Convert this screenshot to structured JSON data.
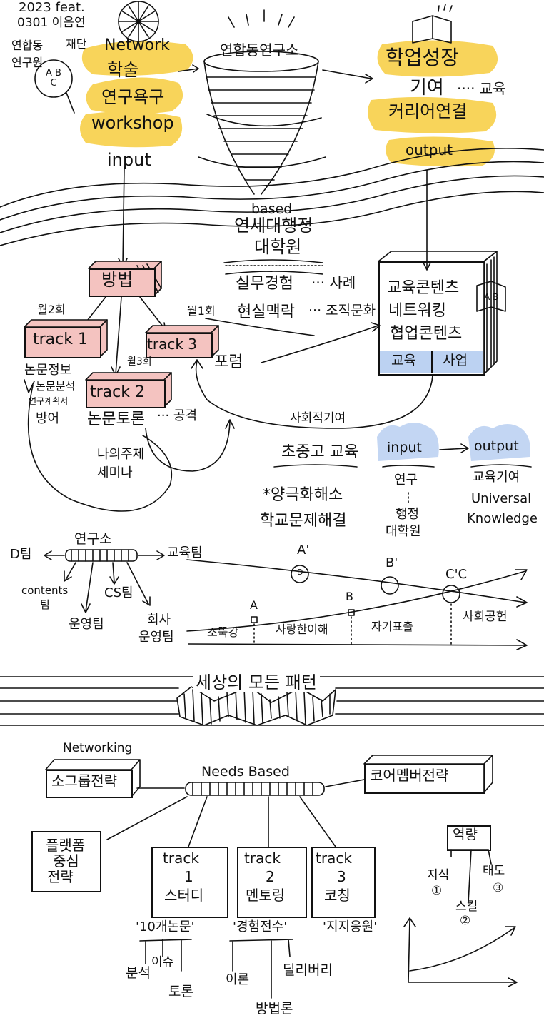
{
  "header": {
    "year": "2023 feat.",
    "org_line1": "0301 이음연",
    "org_line2_a": "연합동",
    "org_line2_b": "재단",
    "network": "Network",
    "org_line3": "연구원",
    "abc": "A B C"
  },
  "input_block": {
    "item1": "학술",
    "item2": "연구욕구",
    "item3": "workshop",
    "label": "input"
  },
  "funnel": {
    "title": "연합동연구소",
    "based": "based",
    "school_line1": "연세대행정",
    "school_line2": "대학원",
    "experience": "실무경험",
    "case": "··· 사례",
    "context": "현실맥락",
    "org_culture": "··· 조직문화"
  },
  "output_block": {
    "item1": "학업성장",
    "item2": "기여",
    "item2_suffix": "···· 교육",
    "item3": "커리어연결",
    "label": "output"
  },
  "method": {
    "label": "방법",
    "monthly2": "월2회",
    "monthly1": "월1회",
    "monthly3": "월3회",
    "track1": "track 1",
    "track2": "track 2",
    "track3": "track 3"
  },
  "track_notes": {
    "note1": "논문정보",
    "note2": "논문분석",
    "note3": "연구계획서",
    "defense": "방어",
    "discussion": "논문토론",
    "attack": "··· 공격",
    "my_topic": "나의주제",
    "seminar": "세미나",
    "forum": "포럼"
  },
  "education_box": {
    "line1": "교육콘텐츠",
    "line2": "네트워킹",
    "line3": "협업콘텐츠",
    "tab1": "교육",
    "tab2": "사업",
    "ab": "A B"
  },
  "contribution": {
    "social": "사회적기여",
    "education": "초중고 교육",
    "polarization": "*양극화해소",
    "problem": "학교문제해결",
    "input": "input",
    "output": "output",
    "research": "연구",
    "admin": "행정",
    "grad": "대학원",
    "edu_contrib": "교육기여",
    "universal": "Universal",
    "knowledge": "Knowledge"
  },
  "org_chart": {
    "center": "연구소",
    "left": "D팀",
    "right": "교육팀",
    "contents_line1": "contents",
    "contents_line2": "팀",
    "cs": "CS팀",
    "ops": "운영팀",
    "biz_line1": "회사",
    "biz_line2": "운영팀"
  },
  "timeline": {
    "a_prime": "A'",
    "b_prime": "B'",
    "cc": "C'C",
    "a": "A",
    "b": "B",
    "d": "D",
    "stage1": "조뚝강",
    "stage2": "사랑한이해",
    "stage3": "자기표출",
    "stage4": "사회공헌"
  },
  "patterns": {
    "title": "세상의 모든 패턴"
  },
  "strategy": {
    "networking": "Networking",
    "small_group": "소그룹전략",
    "needs_based": "Needs Based",
    "core_member": "코어멤버전략",
    "platform_line1": "플랫폼",
    "platform_line2": "중심",
    "platform_line3": "전략"
  },
  "tracks": [
    {
      "track": "track",
      "num": "1",
      "name": "스터디",
      "quote": "'10개논문'"
    },
    {
      "track": "track",
      "num": "2",
      "name": "멘토링",
      "quote": "'경험전수'"
    },
    {
      "track": "track",
      "num": "3",
      "name": "코칭",
      "quote": "'지지응원'"
    }
  ],
  "track_details": {
    "analysis": "분석",
    "issue": "이슈",
    "discussion": "토론",
    "theory": "이론",
    "delivery": "딜리버리",
    "methodology": "방법론"
  },
  "competency": {
    "title": "역량",
    "knowledge": "지식",
    "knowledge_num": "①",
    "skill": "스킬",
    "skill_num": "②",
    "attitude": "태도",
    "attitude_num": "③"
  },
  "colors": {
    "yellow": "#f7cd3e",
    "pink": "#f4c3c0",
    "blue": "#bcd2f2",
    "ink": "#111111"
  }
}
